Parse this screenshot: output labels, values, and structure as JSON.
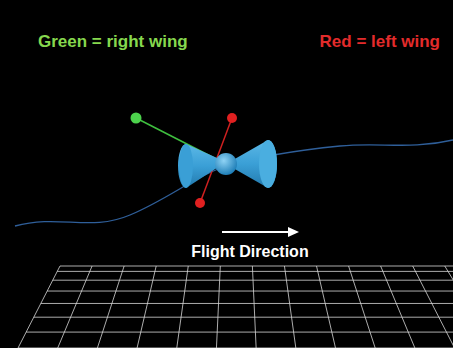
{
  "diagram": {
    "labels": [
      "Green = right wing",
      "Red = left wing",
      "Flight Direction"
    ]
  }
}
